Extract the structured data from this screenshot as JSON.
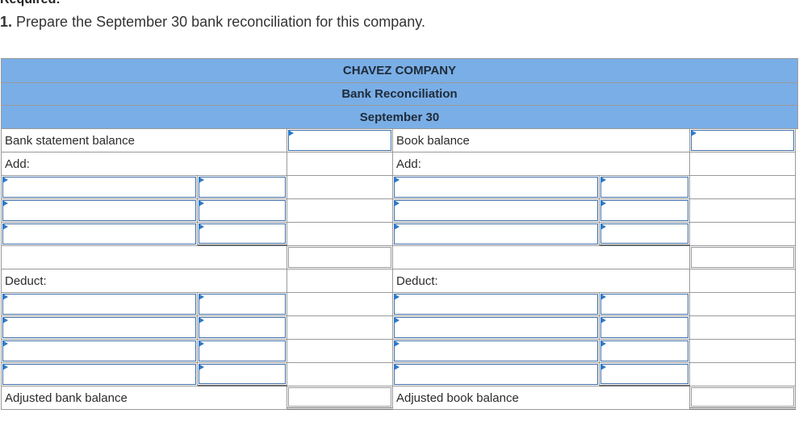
{
  "required": {
    "heading": "Required:",
    "task_number": "1.",
    "task_text": "Prepare the September 30 bank reconciliation for this company."
  },
  "reconciliation": {
    "company": "CHAVEZ COMPANY",
    "title": "Bank Reconciliation",
    "date": "September 30",
    "bank_side": {
      "balance_label": "Bank statement balance",
      "add_label": "Add:",
      "deduct_label": "Deduct:",
      "adjusted_label": "Adjusted bank balance"
    },
    "book_side": {
      "balance_label": "Book balance",
      "add_label": "Add:",
      "deduct_label": "Deduct:",
      "adjusted_label": "Adjusted book balance"
    }
  },
  "colors": {
    "header_bg": "#7aaee6",
    "input_border": "#3e6fa8",
    "dropdown_marker": "#2f79c8"
  }
}
